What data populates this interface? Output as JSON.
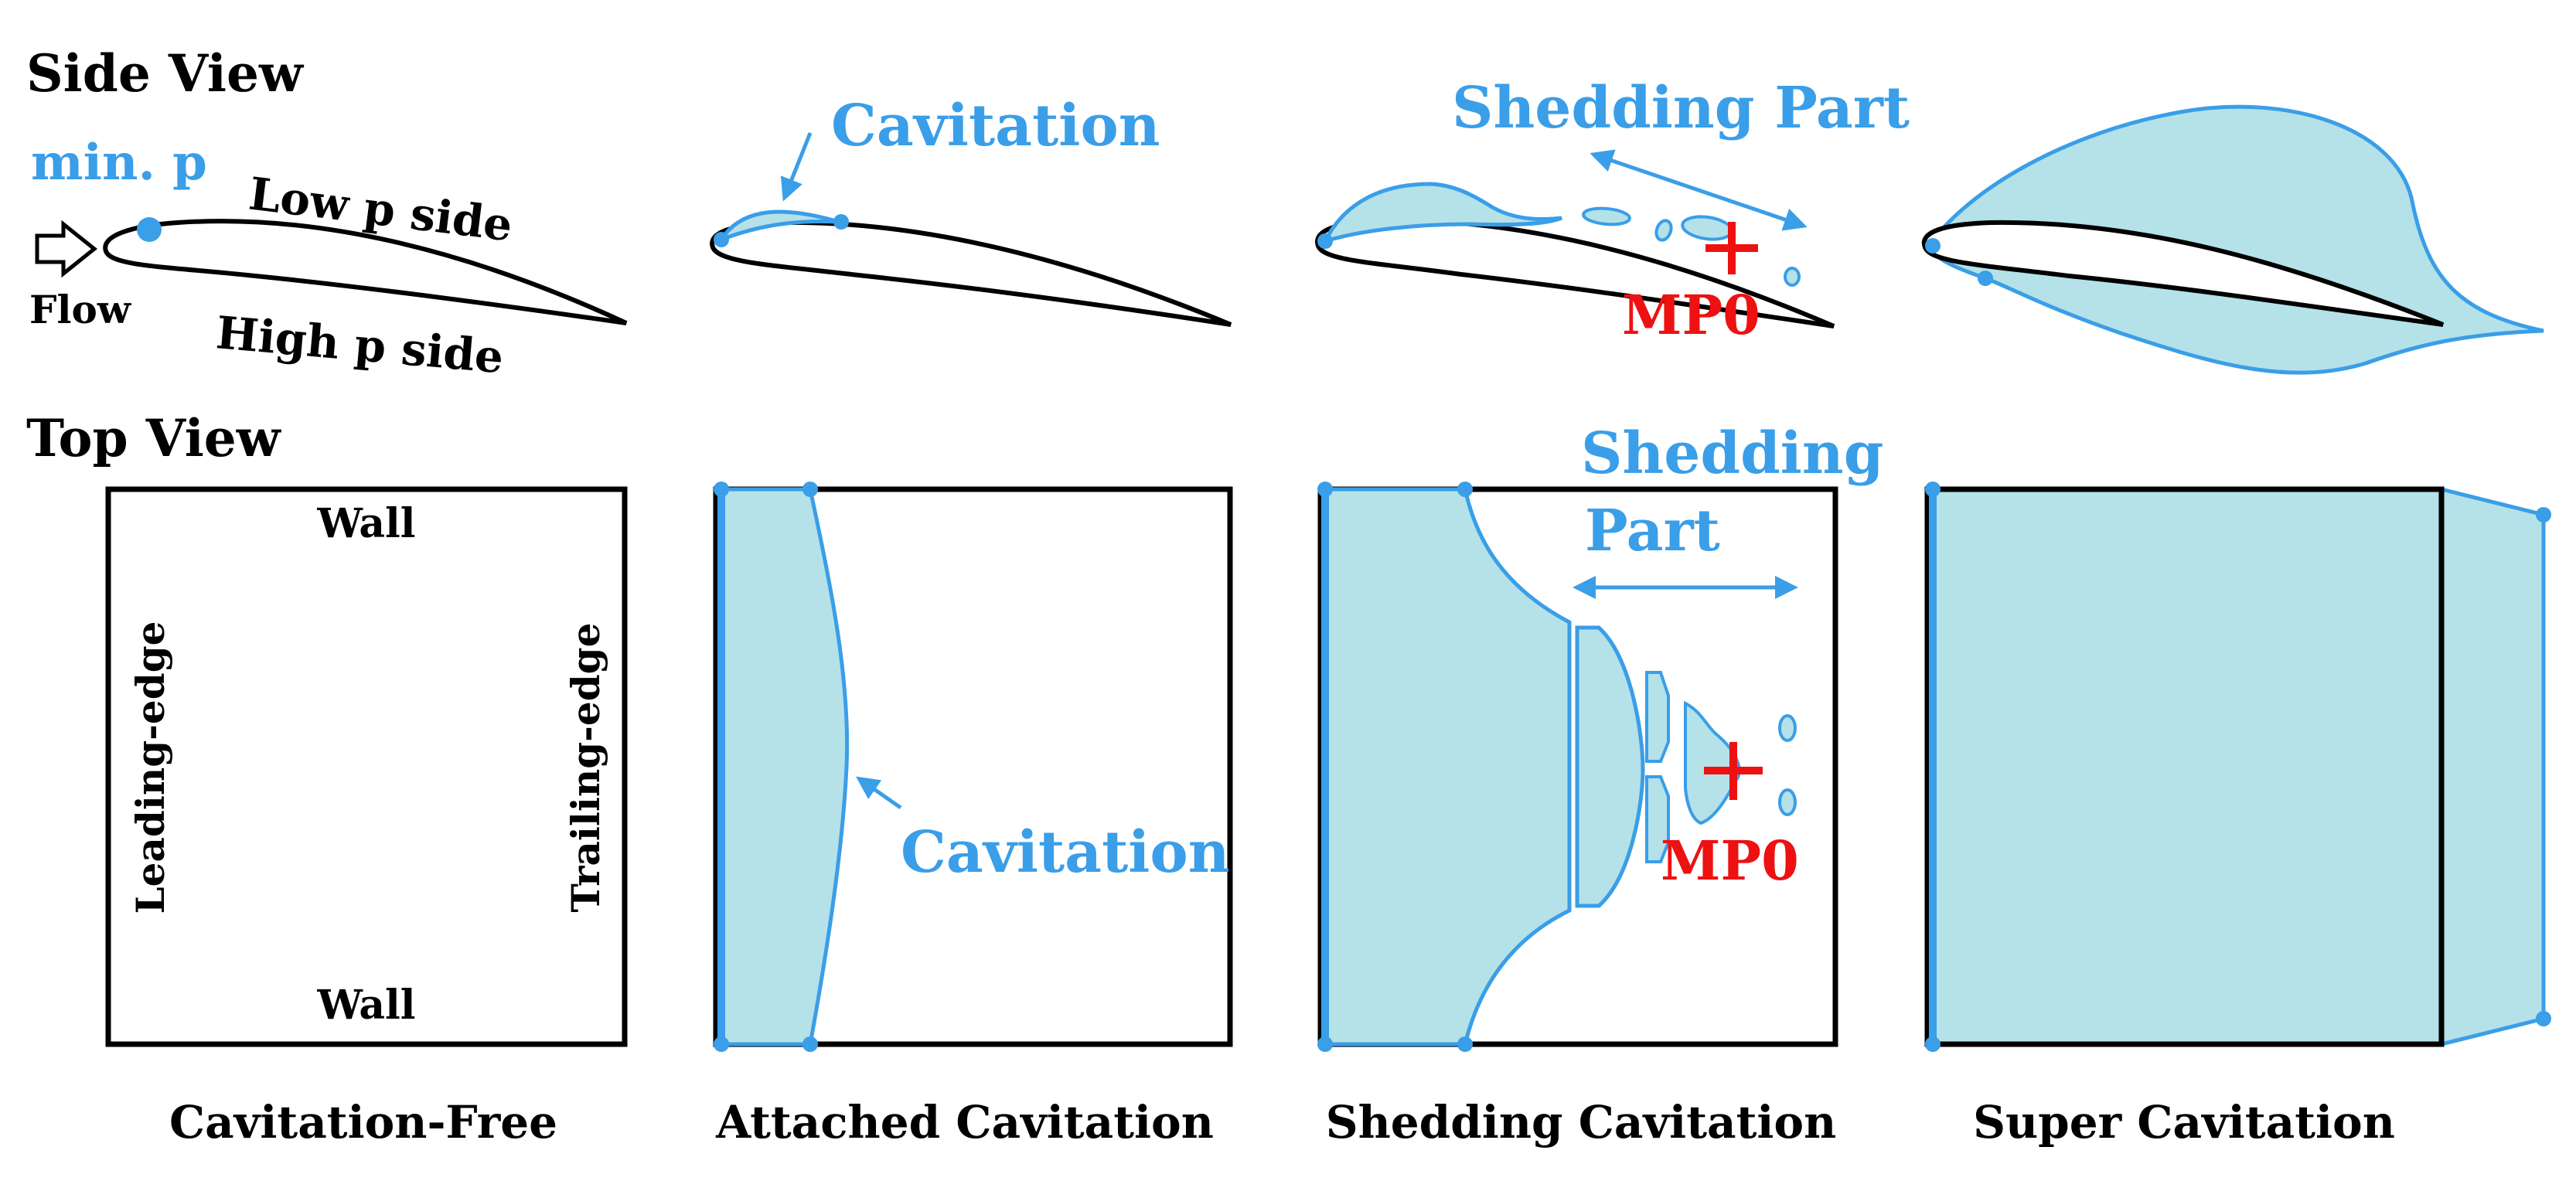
{
  "colors": {
    "cavity_fill": "#b5e1e8",
    "cavity_edge": "#3a9ee8",
    "label_blue": "#3a9ee8",
    "marker_red": "#ee1111",
    "outline": "#000000"
  },
  "row_titles": {
    "side": "Side View",
    "top": "Top View"
  },
  "panel1": {
    "min_p": "min. p",
    "low_side": "Low p side",
    "high_side": "High p side",
    "flow": "Flow",
    "wall_top": "Wall",
    "wall_bottom": "Wall",
    "leading": "Leading-edge",
    "trailing": "Trailing-edge",
    "caption": "Cavitation-Free"
  },
  "panel2": {
    "cavitation_side": "Cavitation",
    "cavitation_top": "Cavitation",
    "caption": "Attached Cavitation"
  },
  "panel3": {
    "shedding_side": "Shedding Part",
    "shedding_top_line1": "Shedding",
    "shedding_top_line2": "Part",
    "mp0_side": "MP0",
    "mp0_top": "MP0",
    "caption": "Shedding Cavitation"
  },
  "panel4": {
    "caption": "Super Cavitation"
  }
}
